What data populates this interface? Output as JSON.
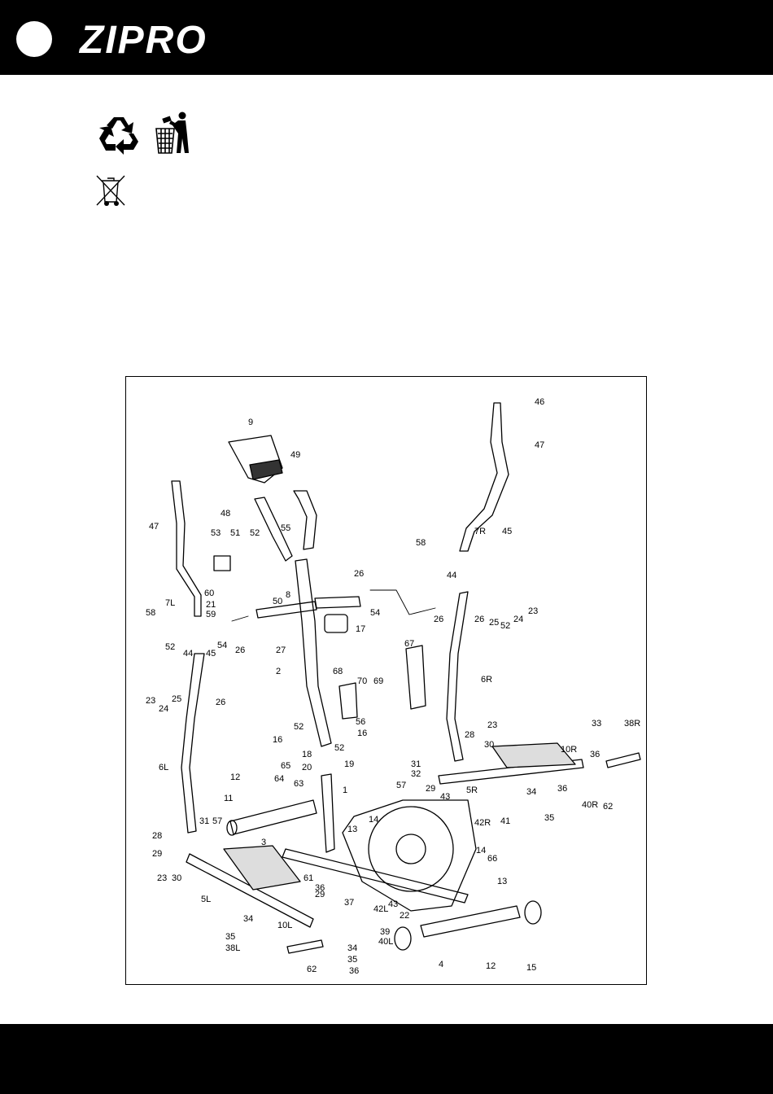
{
  "header": {
    "brand": "ZIPRO"
  },
  "icons": {
    "recycle": "recycle-icon",
    "trash": "trash-bin-person-icon",
    "weee": "crossed-out-wheelie-bin-icon"
  },
  "diagram": {
    "labels": [
      "9",
      "46",
      "47",
      "49",
      "48",
      "55",
      "53",
      "51",
      "52",
      "47",
      "7R",
      "45",
      "58",
      "44",
      "60",
      "21",
      "59",
      "50",
      "8",
      "26",
      "54",
      "23",
      "7L",
      "58",
      "44",
      "45",
      "54",
      "26",
      "27",
      "17",
      "26",
      "26",
      "25",
      "52",
      "24",
      "52",
      "67",
      "2",
      "70",
      "69",
      "68",
      "25",
      "24",
      "23",
      "26",
      "6R",
      "6L",
      "56",
      "52",
      "16",
      "16",
      "52",
      "18",
      "20",
      "19",
      "33",
      "38R",
      "23",
      "30",
      "28",
      "10R",
      "36",
      "31",
      "32",
      "57",
      "29",
      "5R",
      "43",
      "34",
      "36",
      "12",
      "65",
      "64",
      "63",
      "1",
      "11",
      "40R",
      "62",
      "35",
      "41",
      "42R",
      "28",
      "57",
      "3",
      "13",
      "14",
      "29",
      "31",
      "14",
      "66",
      "23",
      "30",
      "13",
      "61",
      "5L",
      "36",
      "29",
      "37",
      "42L",
      "43",
      "22",
      "34",
      "10L",
      "35",
      "39",
      "40L",
      "38L",
      "34",
      "35",
      "62",
      "36",
      "4",
      "12",
      "15"
    ]
  }
}
